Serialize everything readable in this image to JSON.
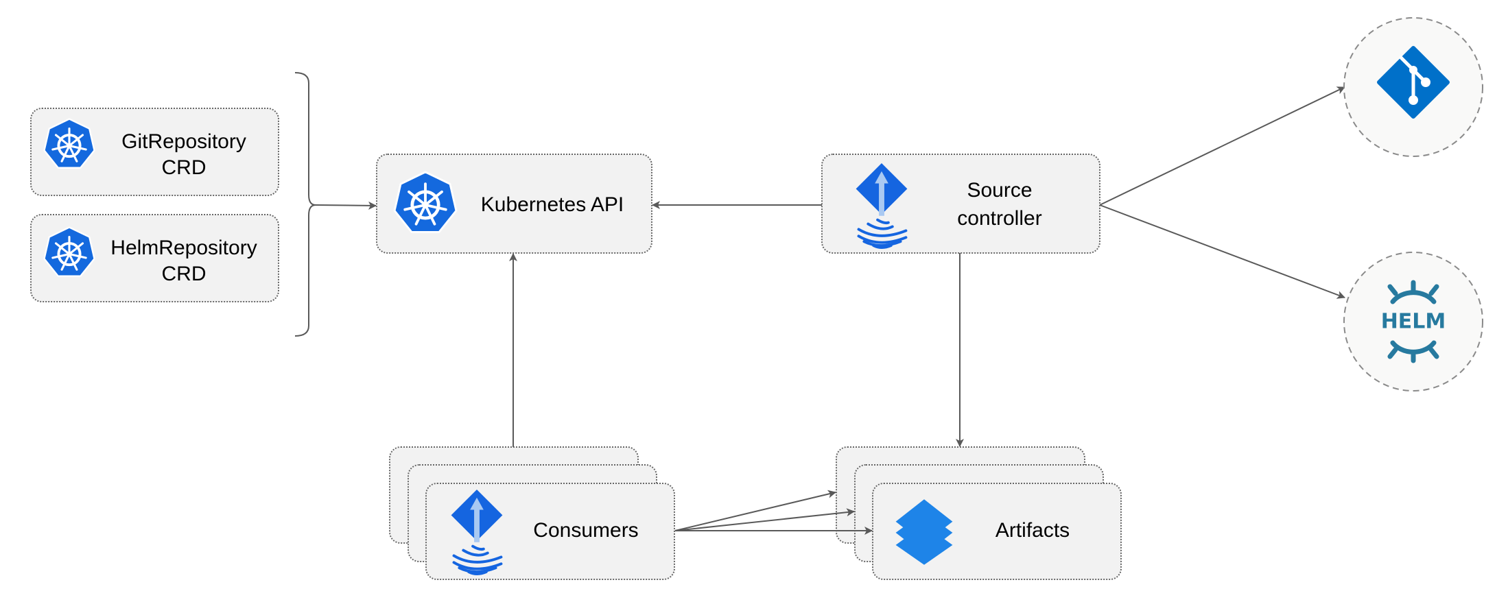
{
  "nodes": {
    "git_repository_crd": {
      "line1": "GitRepository",
      "line2": "CRD",
      "icon": "kubernetes-icon"
    },
    "helm_repository_crd": {
      "line1": "HelmRepository",
      "line2": "CRD",
      "icon": "kubernetes-icon"
    },
    "kubernetes_api": {
      "label": "Kubernetes API",
      "icon": "kubernetes-icon"
    },
    "source_controller": {
      "line1": "Source",
      "line2": "controller",
      "icon": "flux-icon"
    },
    "consumers": {
      "label": "Consumers",
      "icon": "flux-icon"
    },
    "artifacts": {
      "label": "Artifacts",
      "icon": "layers-icon"
    },
    "git": {
      "icon": "git-icon"
    },
    "helm": {
      "icon": "helm-icon",
      "logo_text": "HELM"
    }
  },
  "edges": [
    {
      "from": "crds",
      "to": "kubernetes_api"
    },
    {
      "from": "source_controller",
      "to": "kubernetes_api"
    },
    {
      "from": "consumers",
      "to": "kubernetes_api"
    },
    {
      "from": "source_controller",
      "to": "git"
    },
    {
      "from": "source_controller",
      "to": "helm"
    },
    {
      "from": "source_controller",
      "to": "artifacts"
    },
    {
      "from": "consumers",
      "to": "artifacts"
    }
  ],
  "colors": {
    "kubernetes_blue": "#326ce5",
    "flux_blue": "#1565e0",
    "git_blue": "#0070c9",
    "helm_teal": "#277a9f",
    "layers_blue": "#1e84e8",
    "box_fill": "#f2f2f2",
    "edge": "#595959"
  }
}
